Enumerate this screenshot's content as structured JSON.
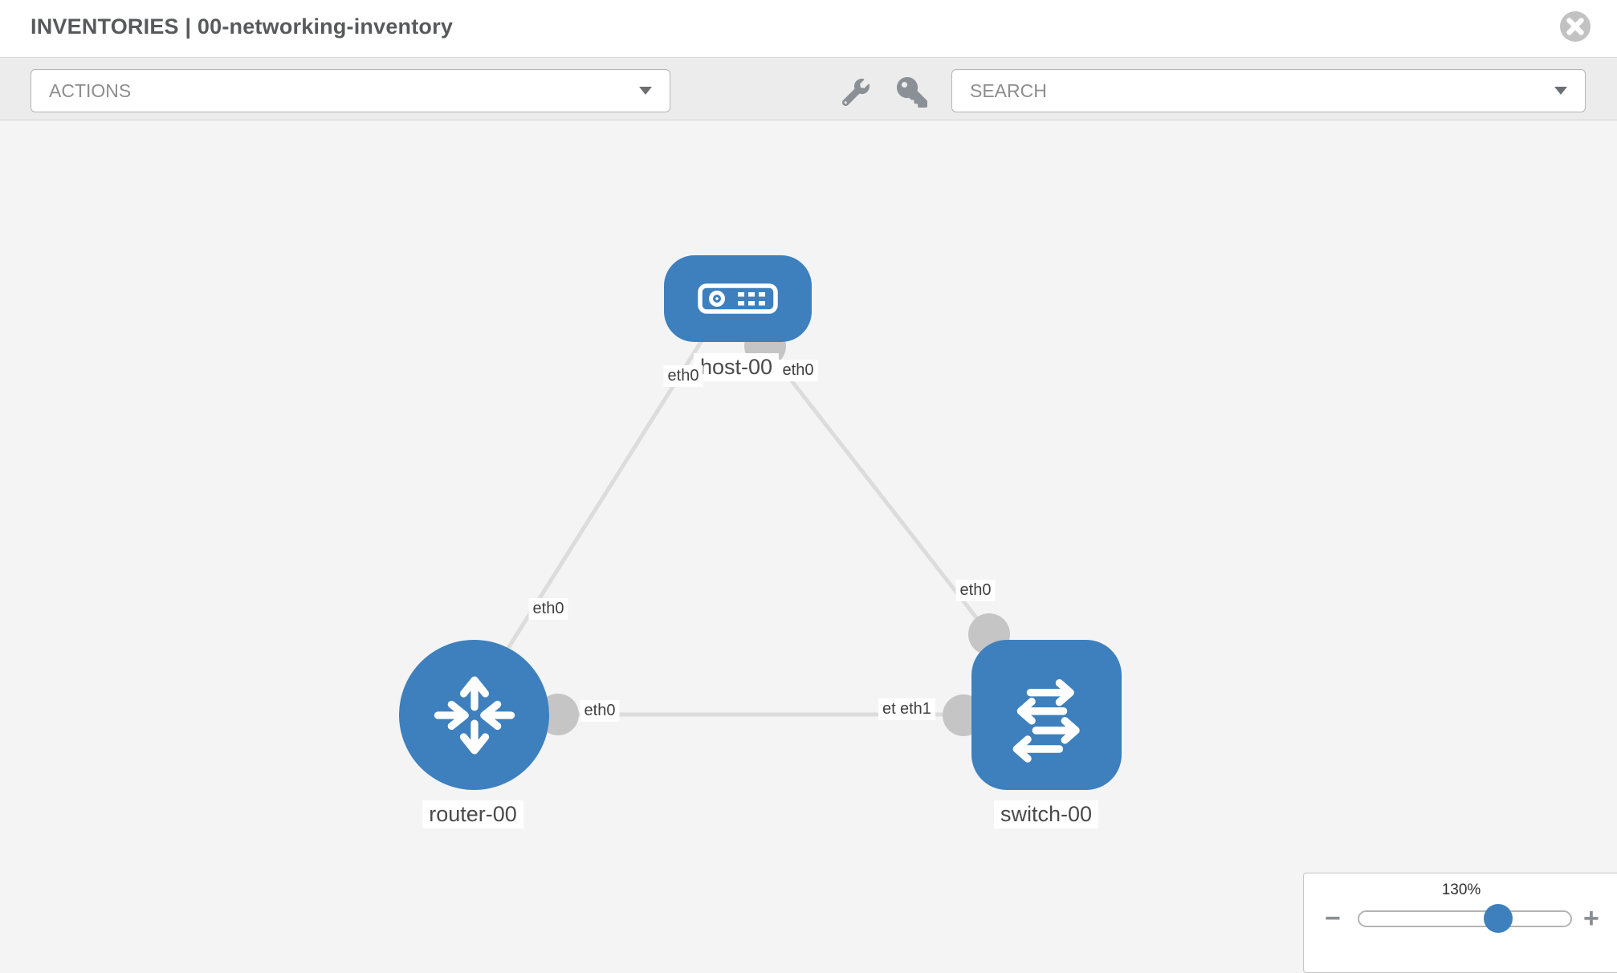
{
  "header": {
    "title": "INVENTORIES | 00-networking-inventory"
  },
  "toolbar": {
    "actions_dropdown": "ACTIONS",
    "search_dropdown": "SEARCH"
  },
  "topology": {
    "nodes": [
      {
        "label": "host-00",
        "type": "host"
      },
      {
        "label": "router-00",
        "type": "router"
      },
      {
        "label": "switch-00",
        "type": "switch"
      }
    ],
    "links": [
      {
        "from": "host-00",
        "to": "router-00"
      },
      {
        "from": "host-00",
        "to": "switch-00"
      },
      {
        "from": "router-00",
        "to": "switch-00"
      }
    ],
    "interface_labels": {
      "host_router_host_end": "eth0",
      "host_router_router_end": "eth0",
      "host_switch_host_end": "eth0",
      "host_switch_switch_end": "eth0",
      "router_switch_router_end": "eth0",
      "router_switch_switch_end_back": "eth0",
      "router_switch_switch_end_front": "eth1"
    }
  },
  "zoom_control": {
    "level": "130%",
    "minus": "−",
    "plus": "+",
    "slider_percent": 65
  },
  "colors": {
    "node_blue": "#3d80bd",
    "connector_gray": "#c5c5c5",
    "link_gray": "#dcdcdc",
    "canvas_bg": "#f4f4f5",
    "toolbar_bg": "#ececec"
  }
}
